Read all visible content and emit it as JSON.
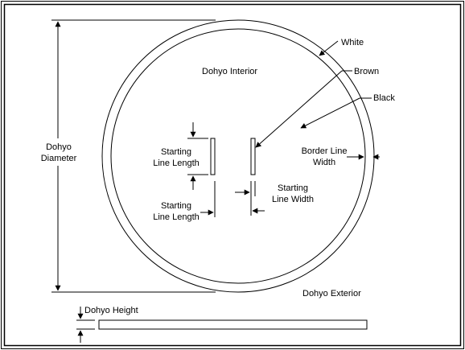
{
  "labels": {
    "white": "White",
    "brown": "Brown",
    "black": "Black",
    "dohyo_interior": "Dohyo Interior",
    "dohyo_exterior": "Dohyo Exterior",
    "dohyo_diameter_1": "Dohyo",
    "dohyo_diameter_2": "Diameter",
    "starting_line_length_a_1": "Starting",
    "starting_line_length_a_2": "Line Length",
    "starting_line_length_b_1": "Starting",
    "starting_line_length_b_2": "Line Length",
    "starting_line_width_1": "Starting",
    "starting_line_width_2": "Line Width",
    "border_line_width_1": "Border Line",
    "border_line_width_2": "Width",
    "dohyo_height": "Dohyo Height"
  },
  "colors": {
    "line": "#000000",
    "background": "#ffffff"
  }
}
